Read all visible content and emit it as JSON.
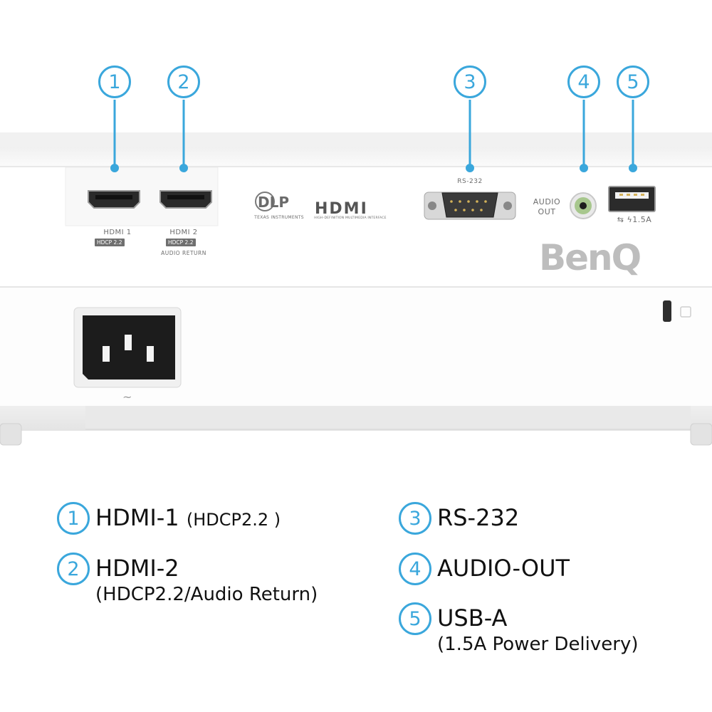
{
  "callouts": [
    "1",
    "2",
    "3",
    "4",
    "5"
  ],
  "port_labels": {
    "hdmi1": "HDMI 1",
    "hdmi1_hdcp": "HDCP 2.2",
    "hdmi2": "HDMI 2",
    "hdmi2_hdcp": "HDCP 2.2",
    "hdmi2_audio_return": "AUDIO RETURN",
    "rs232": "RS-232",
    "audio_out": "AUDIO OUT",
    "usb_rating": "⇆ ϟ1.5A"
  },
  "logos": {
    "dlp": "DLP",
    "dlp_sub": "TEXAS INSTRUMENTS",
    "hdmi": "HDMI",
    "hdmi_sub": "HIGH-DEFINITION MULTIMEDIA INTERFACE",
    "brand": "BenQ"
  },
  "ac_symbol": "~",
  "legend": [
    {
      "num": "1",
      "title": "HDMI-1",
      "title_suffix": "(HDCP2.2 )",
      "sub": ""
    },
    {
      "num": "2",
      "title": "HDMI-2",
      "title_suffix": "",
      "sub": "(HDCP2.2/Audio Return)"
    },
    {
      "num": "3",
      "title": "RS-232",
      "title_suffix": "",
      "sub": ""
    },
    {
      "num": "4",
      "title": "AUDIO-OUT",
      "title_suffix": "",
      "sub": ""
    },
    {
      "num": "5",
      "title": "USB-A",
      "title_suffix": "",
      "sub": "(1.5A Power Delivery)"
    }
  ],
  "colors": {
    "accent": "#3aa7dc",
    "body": "#f4f4f4",
    "text": "#111111"
  }
}
